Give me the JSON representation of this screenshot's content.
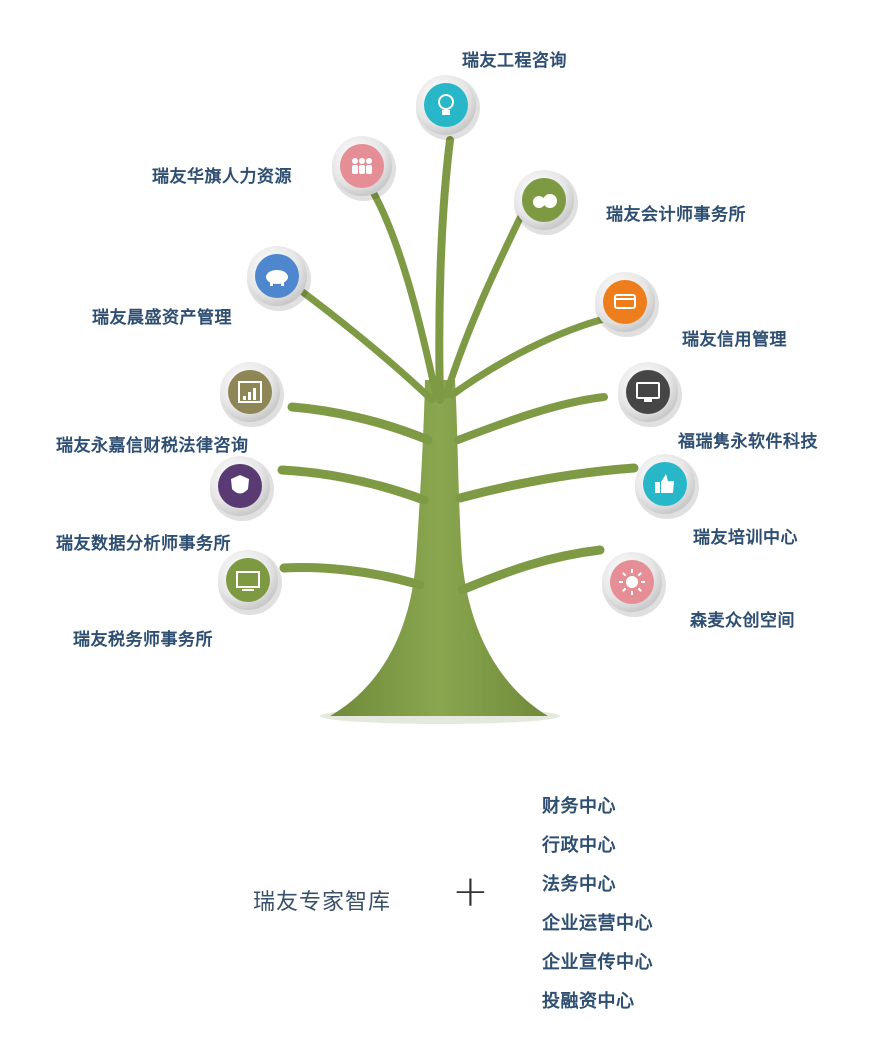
{
  "nodes": [
    {
      "label": "瑞友工程咨询",
      "color": "#27b7c9",
      "icon": "lightbulb-head-icon"
    },
    {
      "label": "瑞友华旗人力资源",
      "color": "#e58e96",
      "icon": "people-group-icon"
    },
    {
      "label": "瑞友会计师事务所",
      "color": "#7d9a43",
      "icon": "money-bags-icon"
    },
    {
      "label": "瑞友晨盛资产管理",
      "color": "#4f87cf",
      "icon": "piggy-bank-icon"
    },
    {
      "label": "瑞友信用管理",
      "color": "#ee7e1c",
      "icon": "credit-card-hand-icon"
    },
    {
      "label": "瑞友永嘉信财税法律咨询",
      "color": "#8e8657",
      "icon": "bar-chart-icon"
    },
    {
      "label": "福瑞隽永软件科技",
      "color": "#464646",
      "icon": "monitor-wifi-icon"
    },
    {
      "label": "瑞友数据分析师事务所",
      "color": "#5a3a73",
      "icon": "shield-icon"
    },
    {
      "label": "瑞友培训中心",
      "color": "#27b7c9",
      "icon": "thumbs-up-icon"
    },
    {
      "label": "瑞友税务师事务所",
      "color": "#7d9a43",
      "icon": "blackboard-icon"
    },
    {
      "label": "森麦众创空间",
      "color": "#e58e96",
      "icon": "sun-icon"
    }
  ],
  "bottom": {
    "title": "瑞友专家智库",
    "plus": "+",
    "centers": [
      "财务中心",
      "行政中心",
      "法务中心",
      "企业运营中心",
      "企业宣传中心",
      "投融资中心"
    ]
  },
  "colors": {
    "tree": "#7e9a45",
    "label": "#2f4f72"
  }
}
